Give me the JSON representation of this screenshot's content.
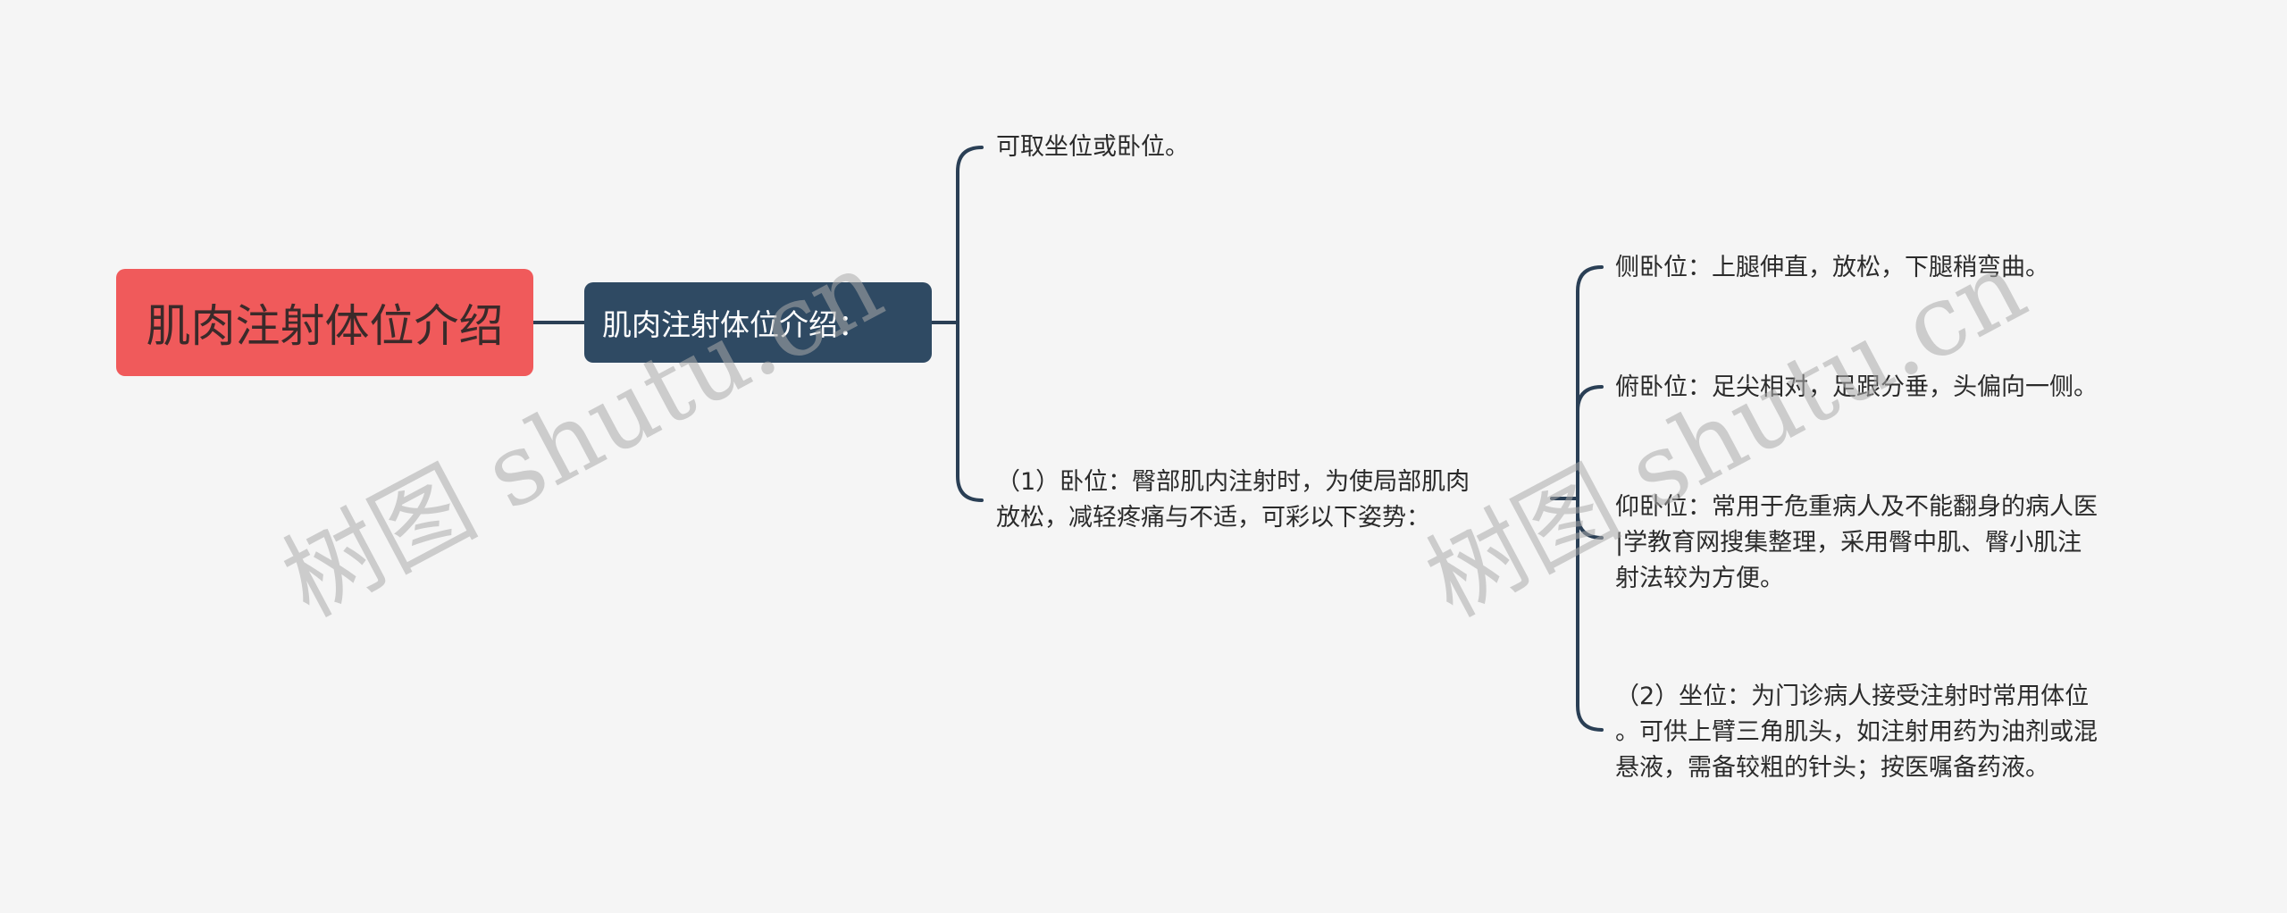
{
  "mindmap": {
    "root": {
      "label": "肌肉注射体位介绍",
      "color": "#f05a5b"
    },
    "topic": {
      "label": "肌肉注射体位介绍：",
      "color": "#2f4a63"
    },
    "branches": [
      {
        "label": "可取坐位或卧位。"
      },
      {
        "label_line1": "（1）卧位：臀部肌内注射时，为使局部肌肉",
        "label_line2": "放松，减轻疼痛与不适，可彩以下姿势：",
        "children": [
          {
            "label": "侧卧位：上腿伸直，放松，下腿稍弯曲。"
          },
          {
            "label": "俯卧位：足尖相对，足跟分垂，头偏向一侧。"
          },
          {
            "line1": "仰卧位：常用于危重病人及不能翻身的病人医",
            "line2": "|学教育网搜集整理，采用臀中肌、臀小肌注",
            "line3": "射法较为方便。"
          },
          {
            "line1": "（2）坐位：为门诊病人接受注射时常用体位",
            "line2": "。可供上臂三角肌头，如注射用药为油剂或混",
            "line3": "悬液，需备较粗的针头；按医嘱备药液。"
          }
        ]
      }
    ],
    "connector_color": "#2a3f55"
  },
  "watermark": {
    "text1": "树图 shutu.cn",
    "text2": "树图 shutu.cn"
  }
}
